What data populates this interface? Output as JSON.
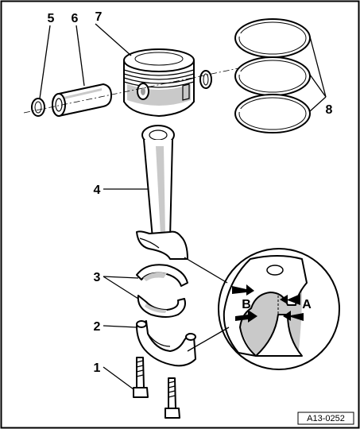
{
  "labels": {
    "l1": "1",
    "l2": "2",
    "l3": "3",
    "l4": "4",
    "l5": "5",
    "l6": "6",
    "l7": "7",
    "l8": "8",
    "la": "A",
    "lb": "B"
  },
  "reference_code": "A13-0252"
}
